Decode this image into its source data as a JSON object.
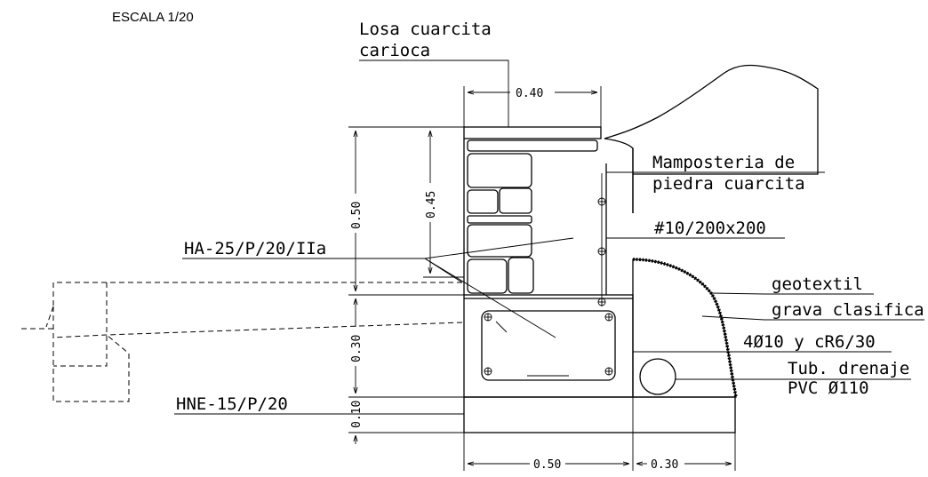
{
  "scale_label": "ESCALA 1/20",
  "labels": {
    "slab_line1": "Losa cuarcita",
    "slab_line2": "carioca",
    "masonry_line1": "Mamposteria de",
    "masonry_line2": "piedra cuarcita",
    "mesh": "#10/200x200",
    "concrete": "HA-25/P/20/IIa",
    "geotextile": "geotextil",
    "gravel": "grava clasifica",
    "rebar": "4Ø10 y cR6/30",
    "drain_line1": "Tub. drenaje",
    "drain_line2": "PVC Ø110",
    "lean_concrete": "HNE-15/P/20"
  },
  "dimensions": {
    "slab_width": "0.40",
    "wall_height": "0.50",
    "masonry_height": "0.45",
    "footing_height": "0.30",
    "base_height": "0.10",
    "footing_width": "0.50",
    "drain_width": "0.30"
  }
}
